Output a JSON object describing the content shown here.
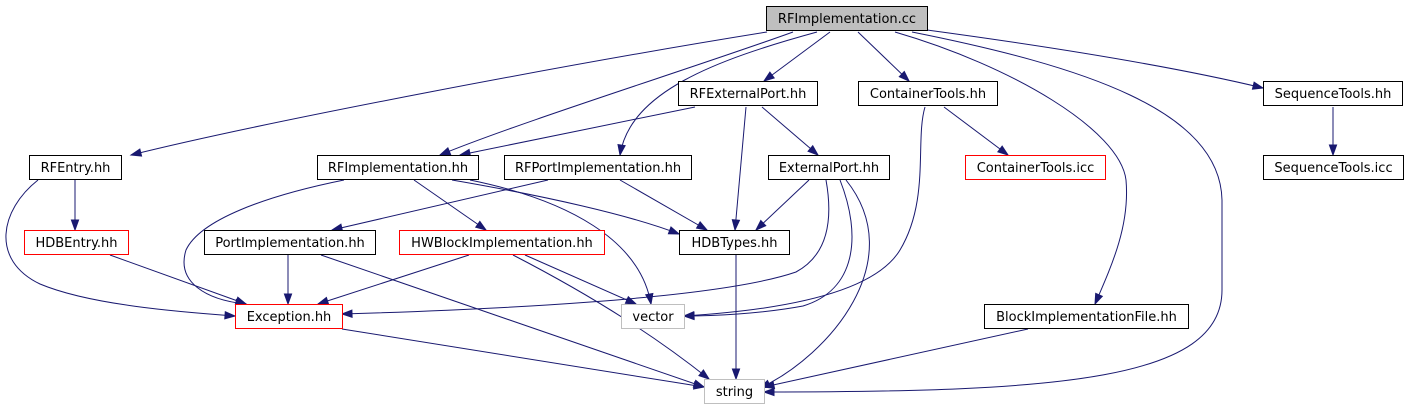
{
  "diagram": {
    "title": "RFImplementation.cc",
    "colors": {
      "edge": "#191970",
      "root_fill": "#bfbfbf",
      "normal_border": "#000000",
      "truncated_border": "#ff0000",
      "external_border": "#bfbfbf",
      "node_fill": "#ffffff"
    },
    "nodes": [
      {
        "id": "rfimpl_cc",
        "label": "RFImplementation.cc",
        "kind": "root"
      },
      {
        "id": "rfexternalport_hh",
        "label": "RFExternalPort.hh",
        "kind": "normal"
      },
      {
        "id": "containertools_hh",
        "label": "ContainerTools.hh",
        "kind": "normal"
      },
      {
        "id": "sequencetools_hh",
        "label": "SequenceTools.hh",
        "kind": "normal"
      },
      {
        "id": "rfentry_hh",
        "label": "RFEntry.hh",
        "kind": "normal"
      },
      {
        "id": "rfimpl_hh",
        "label": "RFImplementation.hh",
        "kind": "normal"
      },
      {
        "id": "rfportimpl_hh",
        "label": "RFPortImplementation.hh",
        "kind": "normal"
      },
      {
        "id": "externalport_hh",
        "label": "ExternalPort.hh",
        "kind": "normal"
      },
      {
        "id": "containertools_icc",
        "label": "ContainerTools.icc",
        "kind": "truncated"
      },
      {
        "id": "sequencetools_icc",
        "label": "SequenceTools.icc",
        "kind": "normal"
      },
      {
        "id": "hdbentry_hh",
        "label": "HDBEntry.hh",
        "kind": "truncated"
      },
      {
        "id": "portimpl_hh",
        "label": "PortImplementation.hh",
        "kind": "normal"
      },
      {
        "id": "hwblockimpl_hh",
        "label": "HWBlockImplementation.hh",
        "kind": "truncated"
      },
      {
        "id": "hdbtypes_hh",
        "label": "HDBTypes.hh",
        "kind": "normal"
      },
      {
        "id": "exception_hh",
        "label": "Exception.hh",
        "kind": "truncated"
      },
      {
        "id": "vector",
        "label": "vector",
        "kind": "external"
      },
      {
        "id": "blockimplfile_hh",
        "label": "BlockImplementationFile.hh",
        "kind": "normal"
      },
      {
        "id": "string",
        "label": "string",
        "kind": "external"
      }
    ],
    "edges": [
      {
        "from": "rfimpl_cc",
        "to": "rfentry_hh"
      },
      {
        "from": "rfimpl_cc",
        "to": "rfimpl_hh"
      },
      {
        "from": "rfimpl_cc",
        "to": "rfportimpl_hh"
      },
      {
        "from": "rfimpl_cc",
        "to": "rfexternalport_hh"
      },
      {
        "from": "rfimpl_cc",
        "to": "containertools_hh"
      },
      {
        "from": "rfimpl_cc",
        "to": "blockimplfile_hh"
      },
      {
        "from": "rfimpl_cc",
        "to": "string"
      },
      {
        "from": "rfimpl_cc",
        "to": "sequencetools_hh"
      },
      {
        "from": "rfentry_hh",
        "to": "hdbentry_hh"
      },
      {
        "from": "rfentry_hh",
        "to": "exception_hh"
      },
      {
        "from": "hdbentry_hh",
        "to": "exception_hh"
      },
      {
        "from": "rfimpl_hh",
        "to": "exception_hh"
      },
      {
        "from": "rfimpl_hh",
        "to": "hwblockimpl_hh"
      },
      {
        "from": "rfimpl_hh",
        "to": "hdbtypes_hh"
      },
      {
        "from": "rfimpl_hh",
        "to": "vector"
      },
      {
        "from": "rfportimpl_hh",
        "to": "portimpl_hh"
      },
      {
        "from": "rfportimpl_hh",
        "to": "hdbtypes_hh"
      },
      {
        "from": "rfexternalport_hh",
        "to": "rfimpl_hh"
      },
      {
        "from": "rfexternalport_hh",
        "to": "hdbtypes_hh"
      },
      {
        "from": "rfexternalport_hh",
        "to": "externalport_hh"
      },
      {
        "from": "externalport_hh",
        "to": "hdbtypes_hh"
      },
      {
        "from": "externalport_hh",
        "to": "exception_hh"
      },
      {
        "from": "externalport_hh",
        "to": "vector"
      },
      {
        "from": "externalport_hh",
        "to": "string"
      },
      {
        "from": "containertools_hh",
        "to": "containertools_icc"
      },
      {
        "from": "containertools_hh",
        "to": "vector"
      },
      {
        "from": "sequencetools_hh",
        "to": "sequencetools_icc"
      },
      {
        "from": "portimpl_hh",
        "to": "exception_hh"
      },
      {
        "from": "portimpl_hh",
        "to": "string"
      },
      {
        "from": "hwblockimpl_hh",
        "to": "exception_hh"
      },
      {
        "from": "hwblockimpl_hh",
        "to": "vector"
      },
      {
        "from": "hwblockimpl_hh",
        "to": "string"
      },
      {
        "from": "hdbtypes_hh",
        "to": "string"
      },
      {
        "from": "exception_hh",
        "to": "string"
      },
      {
        "from": "blockimplfile_hh",
        "to": "string"
      }
    ]
  }
}
